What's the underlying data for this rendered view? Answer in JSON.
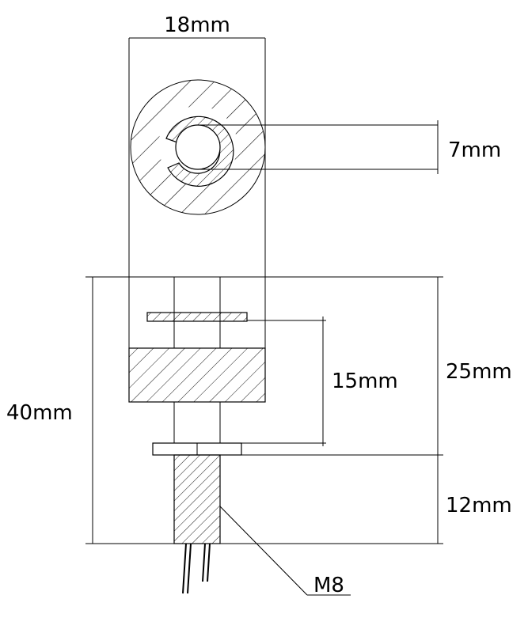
{
  "dimensions": {
    "top_width": "18mm",
    "hole": "7mm",
    "total_height": "40mm",
    "upper_height": "25mm",
    "inner_depth": "15mm",
    "lower_height": "12mm"
  },
  "callouts": {
    "thread": "M8"
  }
}
